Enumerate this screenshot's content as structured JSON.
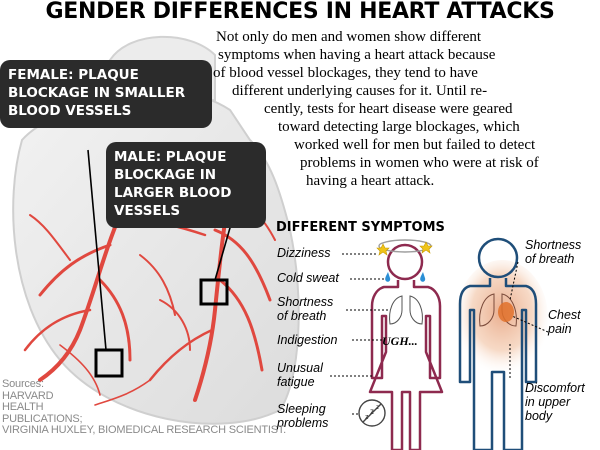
{
  "title": "GENDER DIFFERENCES IN HEART ATTACKS",
  "intro_lines": [
    "Not only do men and women show different",
    "symptoms when having a heart attack because",
    "of blood vessel blockages, they tend to have",
    "different underlying causes for it. Until re-",
    "cently, tests for heart disease were geared",
    "toward detecting large blockages, which",
    "worked well for men but failed to detect",
    "problems in women who were at risk of",
    "having a heart attack."
  ],
  "female_callout": [
    "FEMALE: PLAQUE",
    "BLOCKAGE IN SMALLER",
    "BLOOD VESSELS"
  ],
  "male_callout": [
    "MALE: PLAQUE",
    "BLOCKAGE IN",
    "LARGER BLOOD",
    "VESSELS"
  ],
  "symptoms_heading": "DIFFERENT SYMPTOMS",
  "female_symptoms": {
    "dizziness": "Dizziness",
    "cold_sweat": "Cold sweat",
    "shortness_of_breath": [
      "Shortness",
      "of breath"
    ],
    "indigestion": "Indigestion",
    "unusual_fatigue": [
      "Unusual",
      "fatigue"
    ],
    "sleeping_problems": [
      "Sleeping",
      "problems"
    ]
  },
  "ugh_text": "UGH...",
  "male_symptoms": {
    "shortness_of_breath": [
      "Shortness",
      "of breath"
    ],
    "chest_pain": [
      "Chest",
      "pain"
    ],
    "discomfort_upper_body": [
      "Discomfort",
      "in upper",
      "body"
    ]
  },
  "sources": [
    "Sources:",
    "HARVARD",
    "HEALTH",
    "PUBLICATIONS;",
    "VIRGINIA HUXLEY, BIOMEDICAL RESEARCH SCIENTIST."
  ],
  "colors": {
    "callout_bg": "#2b2b2b",
    "artery": "#e0483f",
    "body_outline": "#1f4e79",
    "female_outline": "#8e2a4f",
    "male_glow": "#e8a887",
    "dizzy_star": "#f0c419",
    "sweat": "#2b8fd6"
  }
}
